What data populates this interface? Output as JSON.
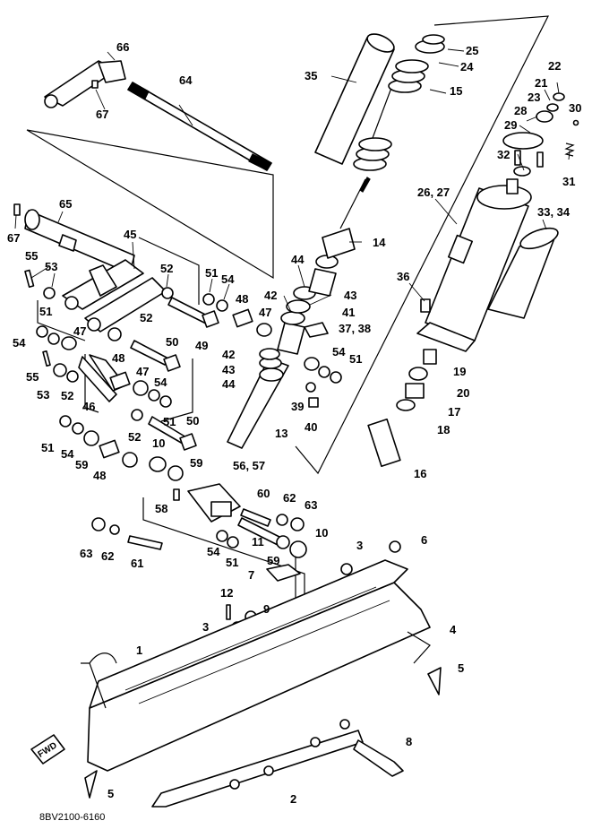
{
  "diagram": {
    "document_code": "8BV2100-6160",
    "forward_label": "FWD",
    "callouts": [
      {
        "id": "c25",
        "text": "25"
      },
      {
        "id": "c24",
        "text": "24"
      },
      {
        "id": "c22",
        "text": "22"
      },
      {
        "id": "c66",
        "text": "66"
      },
      {
        "id": "c35",
        "text": "35"
      },
      {
        "id": "c15",
        "text": "15"
      },
      {
        "id": "c21",
        "text": "21"
      },
      {
        "id": "c23",
        "text": "23"
      },
      {
        "id": "c30",
        "text": "30"
      },
      {
        "id": "c64",
        "text": "64"
      },
      {
        "id": "c67a",
        "text": "67"
      },
      {
        "id": "c28",
        "text": "28"
      },
      {
        "id": "c29",
        "text": "29"
      },
      {
        "id": "c32",
        "text": "32"
      },
      {
        "id": "c31",
        "text": "31"
      },
      {
        "id": "c2627",
        "text": "26, 27"
      },
      {
        "id": "c65",
        "text": "65"
      },
      {
        "id": "c3334",
        "text": "33, 34"
      },
      {
        "id": "c67b",
        "text": "67"
      },
      {
        "id": "c14",
        "text": "14"
      },
      {
        "id": "c45",
        "text": "45"
      },
      {
        "id": "c55a",
        "text": "55"
      },
      {
        "id": "c53a",
        "text": "53"
      },
      {
        "id": "c52a",
        "text": "52"
      },
      {
        "id": "c51a",
        "text": "51"
      },
      {
        "id": "c54a",
        "text": "54"
      },
      {
        "id": "c44a",
        "text": "44"
      },
      {
        "id": "c36",
        "text": "36"
      },
      {
        "id": "c42a",
        "text": "42"
      },
      {
        "id": "c43a",
        "text": "43"
      },
      {
        "id": "c48a",
        "text": "48"
      },
      {
        "id": "c47a",
        "text": "47"
      },
      {
        "id": "c41",
        "text": "41"
      },
      {
        "id": "c51b",
        "text": "51"
      },
      {
        "id": "c52b",
        "text": "52"
      },
      {
        "id": "c3738",
        "text": "37, 38"
      },
      {
        "id": "c54b",
        "text": "54"
      },
      {
        "id": "c47b",
        "text": "47"
      },
      {
        "id": "c49",
        "text": "49"
      },
      {
        "id": "c50a",
        "text": "50"
      },
      {
        "id": "c55b",
        "text": "55"
      },
      {
        "id": "c48b",
        "text": "48"
      },
      {
        "id": "c42b",
        "text": "42"
      },
      {
        "id": "c47c",
        "text": "47"
      },
      {
        "id": "c54c",
        "text": "54"
      },
      {
        "id": "c51c",
        "text": "51"
      },
      {
        "id": "c19",
        "text": "19"
      },
      {
        "id": "c43b",
        "text": "43"
      },
      {
        "id": "c53b",
        "text": "53"
      },
      {
        "id": "c52c",
        "text": "52"
      },
      {
        "id": "c44b",
        "text": "44"
      },
      {
        "id": "c54d",
        "text": "54"
      },
      {
        "id": "c20",
        "text": "20"
      },
      {
        "id": "c46",
        "text": "46"
      },
      {
        "id": "c39",
        "text": "39"
      },
      {
        "id": "c17",
        "text": "17"
      },
      {
        "id": "c51d",
        "text": "51"
      },
      {
        "id": "c50b",
        "text": "50"
      },
      {
        "id": "c40",
        "text": "40"
      },
      {
        "id": "c13",
        "text": "13"
      },
      {
        "id": "c18",
        "text": "18"
      },
      {
        "id": "c52d",
        "text": "52"
      },
      {
        "id": "c51e",
        "text": "51"
      },
      {
        "id": "c10a",
        "text": "10"
      },
      {
        "id": "c54e",
        "text": "54"
      },
      {
        "id": "c59a",
        "text": "59"
      },
      {
        "id": "c5657",
        "text": "56, 57"
      },
      {
        "id": "c16",
        "text": "16"
      },
      {
        "id": "c48c",
        "text": "48"
      },
      {
        "id": "c59b",
        "text": "59"
      },
      {
        "id": "c60",
        "text": "60"
      },
      {
        "id": "c62a",
        "text": "62"
      },
      {
        "id": "c63a",
        "text": "63"
      },
      {
        "id": "c58",
        "text": "58"
      },
      {
        "id": "c10b",
        "text": "10"
      },
      {
        "id": "c63b",
        "text": "63"
      },
      {
        "id": "c62b",
        "text": "62"
      },
      {
        "id": "c61",
        "text": "61"
      },
      {
        "id": "c54f",
        "text": "54"
      },
      {
        "id": "c51f",
        "text": "51"
      },
      {
        "id": "c11",
        "text": "11"
      },
      {
        "id": "c59c",
        "text": "59"
      },
      {
        "id": "c3a",
        "text": "3"
      },
      {
        "id": "c6",
        "text": "6"
      },
      {
        "id": "c7",
        "text": "7"
      },
      {
        "id": "c12",
        "text": "12"
      },
      {
        "id": "c9",
        "text": "9"
      },
      {
        "id": "c3b",
        "text": "3"
      },
      {
        "id": "c4",
        "text": "4"
      },
      {
        "id": "c1",
        "text": "1"
      },
      {
        "id": "c5a",
        "text": "5"
      },
      {
        "id": "c8",
        "text": "8"
      },
      {
        "id": "c2",
        "text": "2"
      },
      {
        "id": "c5b",
        "text": "5"
      }
    ]
  }
}
